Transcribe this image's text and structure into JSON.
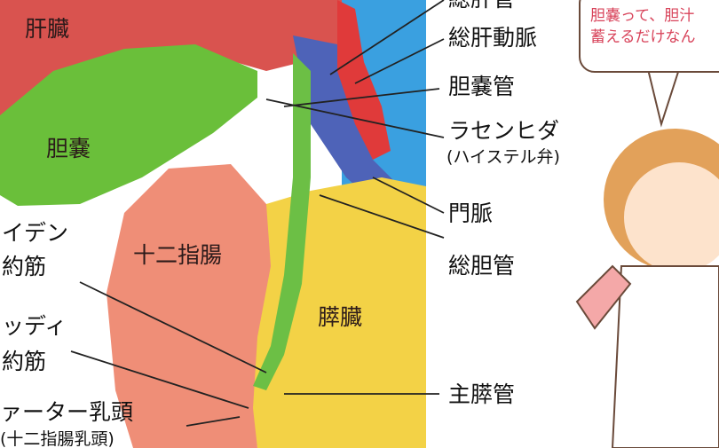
{
  "labels": {
    "liver": "肝臓",
    "gallbladder": "胆嚢",
    "duodenum": "十二指腸",
    "pancreas": "膵臓",
    "common_hepatic_duct_partial": "総肝管",
    "common_hepatic_artery": "総肝動脈",
    "cystic_duct": "胆嚢管",
    "spiral_valve": "ラセンヒダ",
    "spiral_valve_alt": "(ハイステル弁)",
    "portal_vein": "門脈",
    "common_bile_duct": "総胆管",
    "boyden_sphincter_1": "イデン",
    "boyden_sphincter_2": "約筋",
    "oddi_sphincter_1": "ッディ",
    "oddi_sphincter_2": "約筋",
    "vater_papilla": "ァーター乳頭",
    "vater_papilla_alt": "(十二指腸乳頭)",
    "main_pancreatic_duct": "主膵管"
  },
  "speech_bubble": {
    "line1": "胆嚢って、胆汁",
    "line2": "蓄えるだけなん"
  },
  "colors": {
    "liver": "#d9534f",
    "gallbladder": "#6abf3a",
    "duodenum": "#ef8e77",
    "pancreas": "#f3d246",
    "portal_vein": "#4e63b8",
    "artery": "#e03a3a",
    "bile_duct": "#6cbf45",
    "vena_cava": "#3aa0e0",
    "bubble_text": "#d8435a"
  }
}
